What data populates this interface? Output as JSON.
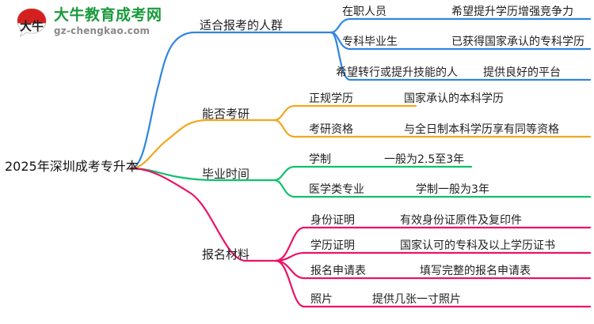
{
  "logo": {
    "mark_icon": "speech-bubble-logo-icon",
    "mark_text": "大牛",
    "title": "大牛教育成考网",
    "subtitle": "gz-chengkao.com",
    "title_color": "#1a9a3c",
    "mark_color": "#d62020"
  },
  "mindmap": {
    "root": {
      "label": "2025年深圳成考专升本"
    },
    "branches": [
      {
        "label": "适合报考的人群",
        "color": "#2f86e0",
        "children": [
          {
            "label": "在职人员",
            "detail": "希望提升学历增强竞争力"
          },
          {
            "label": "专科毕业生",
            "detail": "已获得国家承认的专科学历"
          },
          {
            "label": "希望转行或提升技能的人",
            "detail": "提供良好的平台"
          }
        ]
      },
      {
        "label": "能否考研",
        "color": "#f0a81e",
        "children": [
          {
            "label": "正规学历",
            "detail": "国家承认的本科学历"
          },
          {
            "label": "考研资格",
            "detail": "与全日制本科学历享有同等资格"
          }
        ]
      },
      {
        "label": "毕业时间",
        "color": "#0ec16a",
        "children": [
          {
            "label": "学制",
            "detail": "一般为2.5至3年"
          },
          {
            "label": "医学类专业",
            "detail": "学制一般为3年"
          }
        ]
      },
      {
        "label": "报名材料",
        "color": "#ec1268",
        "children": [
          {
            "label": "身份证明",
            "detail": "有效身份证原件及复印件"
          },
          {
            "label": "学历证明",
            "detail": "国家认可的专科及以上学历证书"
          },
          {
            "label": "报名申请表",
            "detail": "填写完整的报名申请表"
          },
          {
            "label": "照片",
            "detail": "提供几张一寸照片"
          }
        ]
      }
    ]
  }
}
